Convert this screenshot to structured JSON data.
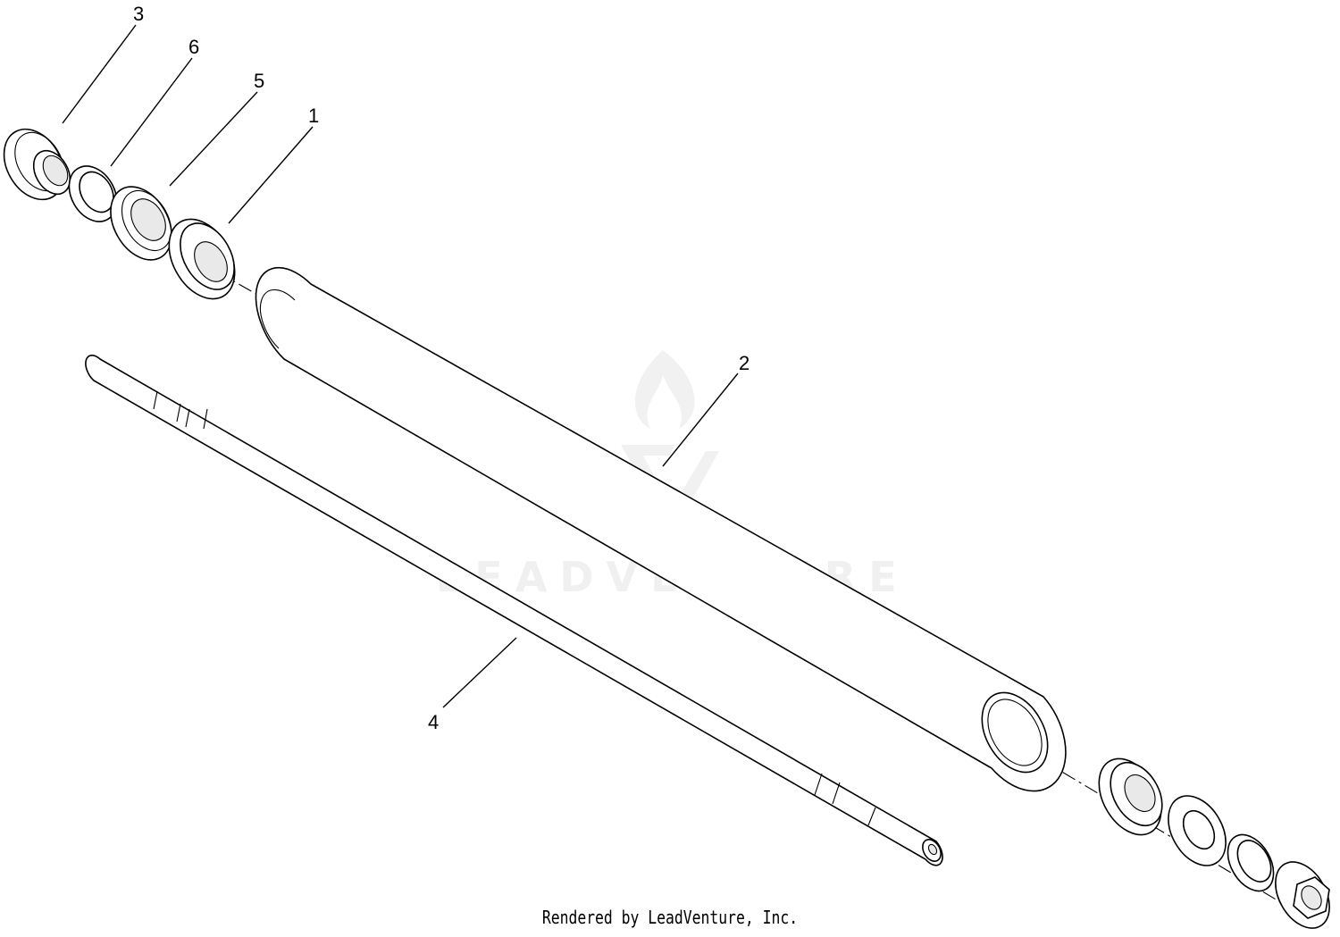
{
  "watermark": {
    "text": "LEADVENTURE"
  },
  "callouts": [
    {
      "id": "3",
      "label": "3"
    },
    {
      "id": "6",
      "label": "6"
    },
    {
      "id": "5",
      "label": "5"
    },
    {
      "id": "1",
      "label": "1"
    },
    {
      "id": "2",
      "label": "2"
    },
    {
      "id": "4",
      "label": "4"
    }
  ],
  "footer": {
    "text": "Rendered by LeadVenture, Inc."
  }
}
